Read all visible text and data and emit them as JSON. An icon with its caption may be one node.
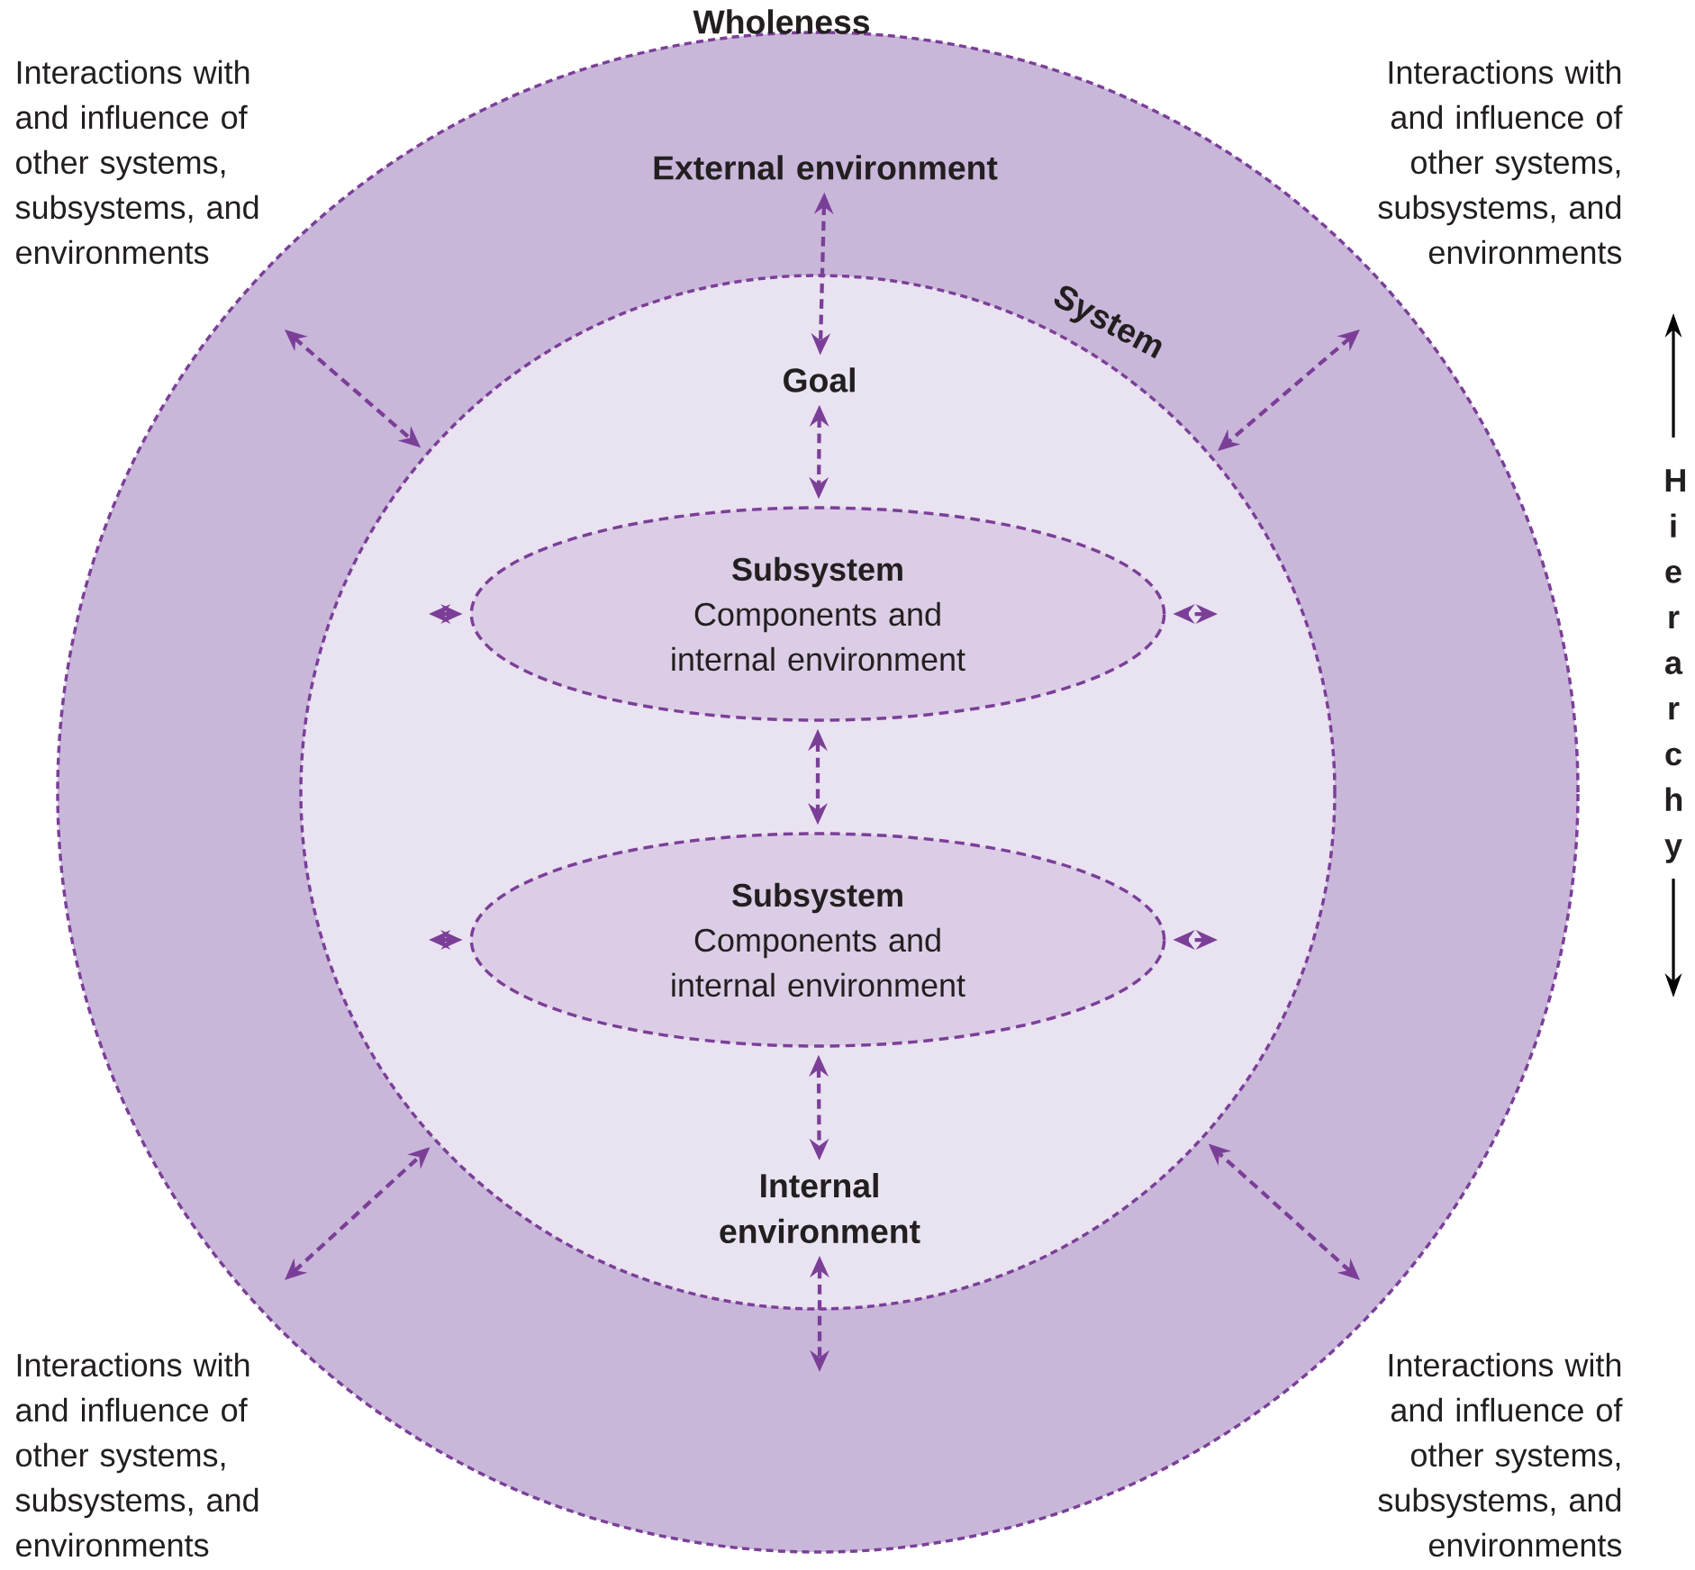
{
  "diagram": {
    "nodes": [
      {
        "text": [
          "Wholeness"
        ]
      },
      {
        "text": [
          "External environment"
        ],
        "in": 0
      },
      {
        "text": [
          "System"
        ],
        "in": 0
      },
      {
        "text": [
          "Goal"
        ],
        "in": 2
      },
      {
        "text": [
          "Subsystem",
          "Components and internal environment"
        ],
        "in": 2
      },
      {
        "text": [
          "Subsystem",
          "Components and internal environment"
        ],
        "in": 2
      },
      {
        "text": [
          "Internal environment"
        ],
        "in": 2
      }
    ],
    "edges": [
      {
        "from": 1,
        "to": 3,
        "arrow": "both"
      },
      {
        "from": 3,
        "to": 4,
        "arrow": "both"
      },
      {
        "from": 4,
        "to": 5,
        "arrow": "both"
      },
      {
        "from": 5,
        "to": 6,
        "arrow": "both"
      },
      {
        "from": 6,
        "to": null,
        "arrow": "both"
      },
      {
        "from": null,
        "to": 4,
        "arrow": "both"
      },
      {
        "from": null,
        "to": 4,
        "arrow": "both"
      },
      {
        "from": null,
        "to": 5,
        "arrow": "both"
      },
      {
        "from": null,
        "to": 5,
        "arrow": "both"
      },
      {
        "from": null,
        "to": 2,
        "arrow": "both"
      },
      {
        "from": null,
        "to": 2,
        "arrow": "both"
      },
      {
        "from": null,
        "to": 2,
        "arrow": "both"
      },
      {
        "from": null,
        "to": 2,
        "arrow": "both"
      }
    ],
    "labels": [
      "Interactions with and influence of other systems, subsystems, and environments",
      "Interactions with and influence of other systems, subsystems, and environments",
      "Interactions with and influence of other systems, subsystems, and environments",
      "Interactions with and influence of other systems, subsystems, and environments",
      "Hierarchy"
    ]
  }
}
